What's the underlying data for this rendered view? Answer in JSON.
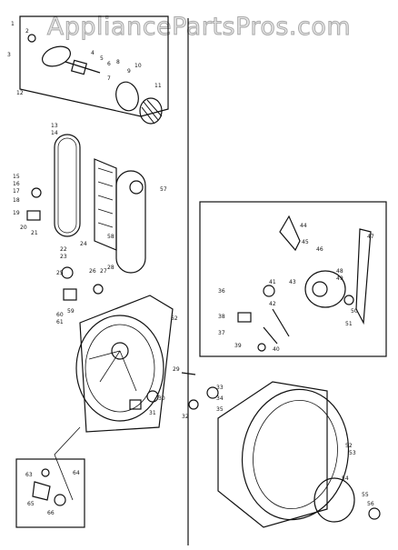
{
  "watermark": "AppliancePartsPros.com",
  "colors": {
    "ink": "#111111",
    "paper": "#ffffff"
  },
  "parts": {
    "p1": "1",
    "p2": "2",
    "p3": "3",
    "p4": "4",
    "p5": "5",
    "p6": "6",
    "p7": "7",
    "p8": "8",
    "p9": "9",
    "p10": "10",
    "p11": "11",
    "p12": "12",
    "p13": "13",
    "p14": "14",
    "p15": "15",
    "p16": "16",
    "p17": "17",
    "p18": "18",
    "p19": "19",
    "p20": "20",
    "p21": "21",
    "p22": "22",
    "p23": "23",
    "p24": "24",
    "p25": "25",
    "p26": "26",
    "p27": "27",
    "p28": "28",
    "p29": "29",
    "p30": "30",
    "p31": "31",
    "p32": "32",
    "p33": "33",
    "p34": "34",
    "p35": "35",
    "p36": "36",
    "p37": "37",
    "p38": "38",
    "p39": "39",
    "p40": "40",
    "p41": "41",
    "p42": "42",
    "p43": "43",
    "p44": "44",
    "p45": "45",
    "p46": "46",
    "p47": "47",
    "p48": "48",
    "p49": "49",
    "p50": "50",
    "p51": "51",
    "p52": "52",
    "p53": "53",
    "p54": "54",
    "p55": "55",
    "p56": "56",
    "p57": "57",
    "p58": "58",
    "p59": "59",
    "p60": "60",
    "p61": "61",
    "p62": "62",
    "p63": "63",
    "p64": "64",
    "p65": "65",
    "p66": "66"
  }
}
